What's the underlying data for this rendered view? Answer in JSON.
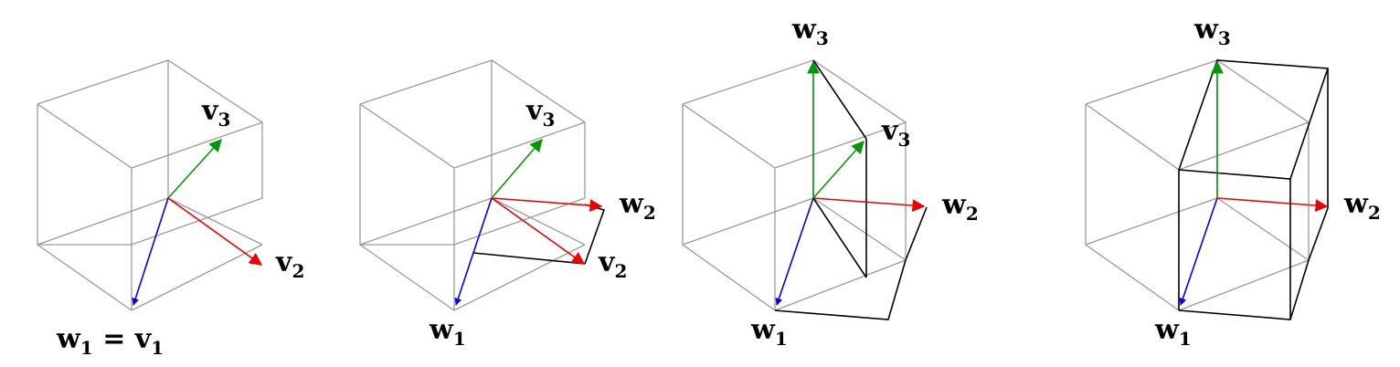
{
  "colors": {
    "w1_v1": "#0000ee",
    "v2_w2": "#ee0000",
    "v3_w3": "#009900",
    "cube": "#9a9a9a",
    "construction": "#000000"
  },
  "panels": [
    {
      "labels": [
        {
          "base": "w",
          "sub": "1",
          "mid": " = ",
          "base2": "v",
          "sub2": "1"
        },
        {
          "base": "v",
          "sub": "2"
        },
        {
          "base": "v",
          "sub": "3"
        }
      ]
    },
    {
      "labels": [
        {
          "base": "w",
          "sub": "1"
        },
        {
          "base": "v",
          "sub": "2"
        },
        {
          "base": "v",
          "sub": "3"
        },
        {
          "base": "w",
          "sub": "2"
        }
      ]
    },
    {
      "labels": [
        {
          "base": "w",
          "sub": "1"
        },
        {
          "base": "w",
          "sub": "2"
        },
        {
          "base": "v",
          "sub": "3"
        },
        {
          "base": "w",
          "sub": "3"
        }
      ]
    },
    {
      "labels": [
        {
          "base": "w",
          "sub": "1"
        },
        {
          "base": "w",
          "sub": "2"
        },
        {
          "base": "w",
          "sub": "3"
        }
      ]
    }
  ]
}
